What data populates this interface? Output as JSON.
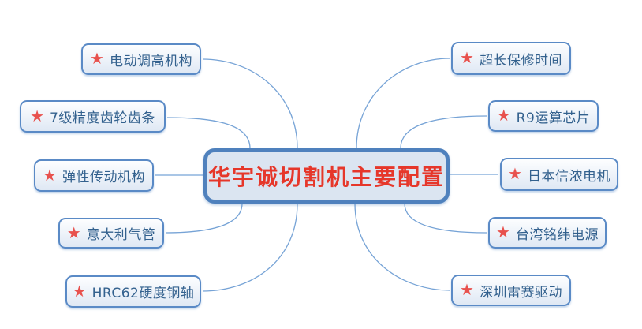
{
  "center": {
    "label": "华宇诚切割机主要配置"
  },
  "branches_left": [
    {
      "label": "电动调高机构"
    },
    {
      "label": "7级精度齿轮齿条"
    },
    {
      "label": "弹性传动机构"
    },
    {
      "label": "意大利气管"
    },
    {
      "label": "HRC62硬度钢轴"
    }
  ],
  "branches_right": [
    {
      "label": "超长保修时间"
    },
    {
      "label": "R9运算芯片"
    },
    {
      "label": "日本信浓电机"
    },
    {
      "label": "台湾铭纬电源"
    },
    {
      "label": "深圳雷赛驱动"
    }
  ],
  "icons": {
    "star": "★"
  },
  "colors": {
    "line_blue": "#76a3d6",
    "node_border": "#5a8ac6",
    "center_border": "#4f81bd",
    "center_fill": "#dbe5f1",
    "center_text": "#e6372a",
    "label_text": "#33618e",
    "star_red": "#e8514d",
    "background": "#ffffff"
  }
}
